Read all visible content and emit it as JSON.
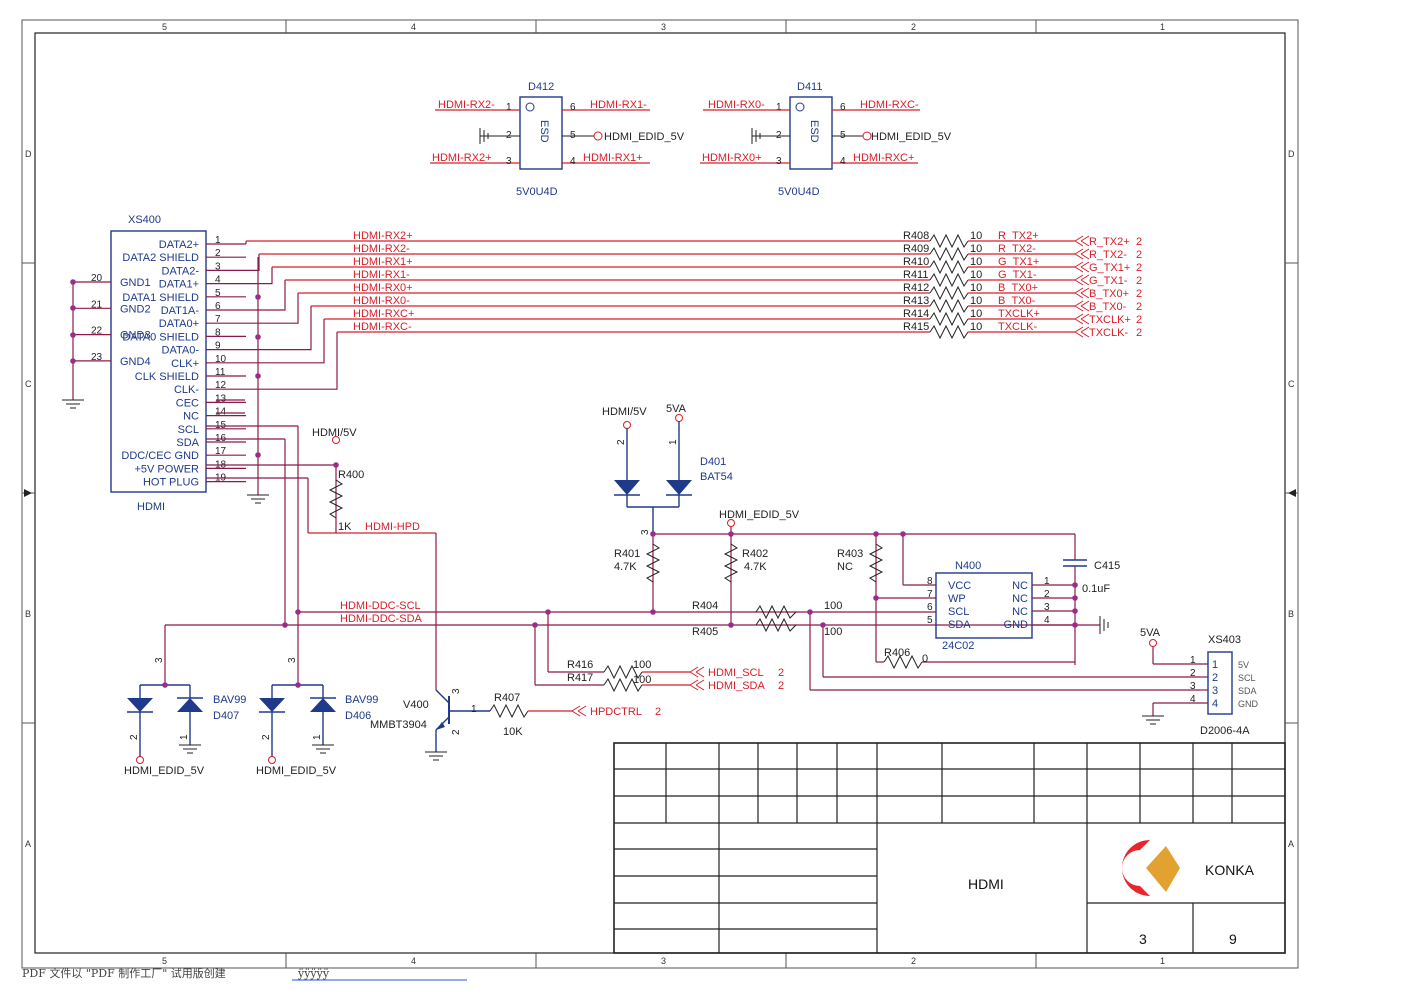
{
  "frame": {
    "top_cols": [
      "5",
      "4",
      "3",
      "2",
      "1"
    ],
    "bottom_cols": [
      "5",
      "4",
      "3",
      "2",
      "1"
    ],
    "left_rows": [
      "D",
      "C",
      "B",
      "A"
    ],
    "right_rows": [
      "D",
      "C",
      "B",
      "A"
    ]
  },
  "esd": [
    {
      "ref": "D412",
      "part": "5V0U4D",
      "body": "ESD",
      "p1_net": "HDMI-RX2-",
      "p3_net": "HDMI-RX2+",
      "p6_net": "HDMI-RX1-",
      "p5_net": "HDMI_EDID_5V",
      "p4_net": "HDMI-RX1+",
      "pins": [
        "1",
        "2",
        "3",
        "6",
        "5",
        "4"
      ]
    },
    {
      "ref": "D411",
      "part": "5V0U4D",
      "body": "ESD",
      "p1_net": "HDMI-RX0-",
      "p3_net": "HDMI-RX0+",
      "p6_net": "HDMI-RXC-",
      "p5_net": "HDMI_EDID_5V",
      "p4_net": "HDMI-RXC+",
      "pins": [
        "1",
        "2",
        "3",
        "6",
        "5",
        "4"
      ]
    }
  ],
  "connector": {
    "ref": "XS400",
    "name": "HDMI",
    "pins": [
      {
        "num": "1",
        "name": "DATA2+"
      },
      {
        "num": "2",
        "name": "DATA2 SHIELD"
      },
      {
        "num": "3",
        "name": "DATA2-"
      },
      {
        "num": "4",
        "name": "DATA1+"
      },
      {
        "num": "5",
        "name": "DATA1 SHIELD"
      },
      {
        "num": "6",
        "name": "DAT1A-"
      },
      {
        "num": "7",
        "name": "DATA0+"
      },
      {
        "num": "8",
        "name": "DATA0 SHIELD"
      },
      {
        "num": "9",
        "name": "DATA0-"
      },
      {
        "num": "10",
        "name": "CLK+"
      },
      {
        "num": "11",
        "name": "CLK SHIELD"
      },
      {
        "num": "12",
        "name": "CLK-"
      },
      {
        "num": "13",
        "name": "CEC"
      },
      {
        "num": "14",
        "name": "NC"
      },
      {
        "num": "15",
        "name": "SCL"
      },
      {
        "num": "16",
        "name": "SDA"
      },
      {
        "num": "17",
        "name": "DDC/CEC GND"
      },
      {
        "num": "18",
        "name": "+5V POWER"
      },
      {
        "num": "19",
        "name": "HOT PLUG"
      }
    ],
    "gnd_pins": [
      {
        "num": "20",
        "name": "GND1"
      },
      {
        "num": "21",
        "name": "GND2"
      },
      {
        "num": "22",
        "name": "GND3"
      },
      {
        "num": "23",
        "name": "GND4"
      }
    ]
  },
  "bus": [
    {
      "net": "HDMI-RX2+",
      "res": "R408",
      "val": "10",
      "out": "R_TX2+",
      "sheet": "2"
    },
    {
      "net": "HDMI-RX2-",
      "res": "R409",
      "val": "10",
      "out": "R_TX2-",
      "sheet": "2"
    },
    {
      "net": "HDMI-RX1+",
      "res": "R410",
      "val": "10",
      "out": "G_TX1+",
      "sheet": "2"
    },
    {
      "net": "HDMI-RX1-",
      "res": "R411",
      "val": "10",
      "out": "G_TX1-",
      "sheet": "2"
    },
    {
      "net": "HDMI-RX0+",
      "res": "R412",
      "val": "10",
      "out": "B_TX0+",
      "sheet": "2"
    },
    {
      "net": "HDMI-RX0-",
      "res": "R413",
      "val": "10",
      "out": "B_TX0-",
      "sheet": "2"
    },
    {
      "net": "HDMI-RXC+",
      "res": "R414",
      "val": "10",
      "out": "TXCLK+",
      "sheet": "2"
    },
    {
      "net": "HDMI-RXC-",
      "res": "R415",
      "val": "10",
      "out": "TXCLK-",
      "sheet": "2"
    }
  ],
  "power": {
    "hdmi5v": "HDMI/5V",
    "va5": "5VA",
    "edid": "HDMI_EDID_5V"
  },
  "d401": {
    "ref": "D401",
    "part": "BAT54",
    "pin1": "1",
    "pin2": "2",
    "pin3": "3"
  },
  "r400": {
    "ref": "R400",
    "val": "1K",
    "net": "HDMI-HPD"
  },
  "r401": {
    "ref": "R401",
    "val": "4.7K"
  },
  "r402": {
    "ref": "R402",
    "val": "4.7K"
  },
  "r403": {
    "ref": "R403",
    "val": "NC"
  },
  "r404": {
    "ref": "R404",
    "val": "100"
  },
  "r405": {
    "ref": "R405",
    "val": "100"
  },
  "r406": {
    "ref": "R406",
    "val": "0"
  },
  "r407": {
    "ref": "R407",
    "val": "10K"
  },
  "r416": {
    "ref": "R416",
    "val": "100",
    "out": "HDMI_SCL",
    "sheet": "2"
  },
  "r417": {
    "ref": "R417",
    "val": "100",
    "out": "HDMI_SDA",
    "sheet": "2"
  },
  "ddc": {
    "scl": "HDMI-DDC-SCL",
    "sda": "HDMI-DDC-SDA"
  },
  "eeprom": {
    "ref": "N400",
    "part": "24C02",
    "left": [
      {
        "num": "8",
        "name": "VCC"
      },
      {
        "num": "7",
        "name": "WP"
      },
      {
        "num": "6",
        "name": "SCL"
      },
      {
        "num": "5",
        "name": "SDA"
      }
    ],
    "right": [
      {
        "num": "1",
        "name": "NC"
      },
      {
        "num": "2",
        "name": "NC"
      },
      {
        "num": "3",
        "name": "NC"
      },
      {
        "num": "4",
        "name": "GND"
      }
    ]
  },
  "c415": {
    "ref": "C415",
    "val": "0.1uF"
  },
  "xs403": {
    "ref": "XS403",
    "part": "D2006-4A",
    "pins": [
      {
        "num": "1",
        "name": "5V"
      },
      {
        "num": "2",
        "name": "SCL"
      },
      {
        "num": "3",
        "name": "SDA"
      },
      {
        "num": "4",
        "name": "GND"
      }
    ]
  },
  "bav": [
    {
      "ref": "D407",
      "part": "BAV99",
      "p3": "3",
      "p2": "2",
      "p1": "1",
      "net": "HDMI_EDID_5V"
    },
    {
      "ref": "D406",
      "part": "BAV99",
      "p3": "3",
      "p2": "2",
      "p1": "1",
      "net": "HDMI_EDID_5V"
    }
  ],
  "v400": {
    "ref": "V400",
    "part": "MMBT3904",
    "p1": "1",
    "p2": "2",
    "p3": "3",
    "net": "HPDCTRL",
    "sheet": "2"
  },
  "titleblock": {
    "title": "HDMI",
    "company": "KONKA",
    "page": "3",
    "total": "9",
    "brand_colors": [
      "#e8262b",
      "#e3a230"
    ]
  },
  "footer": {
    "text": "PDF 文件以 \"PDF 制作工厂\" 试用版创建",
    "link": "ÿÿÿÿÿ"
  }
}
